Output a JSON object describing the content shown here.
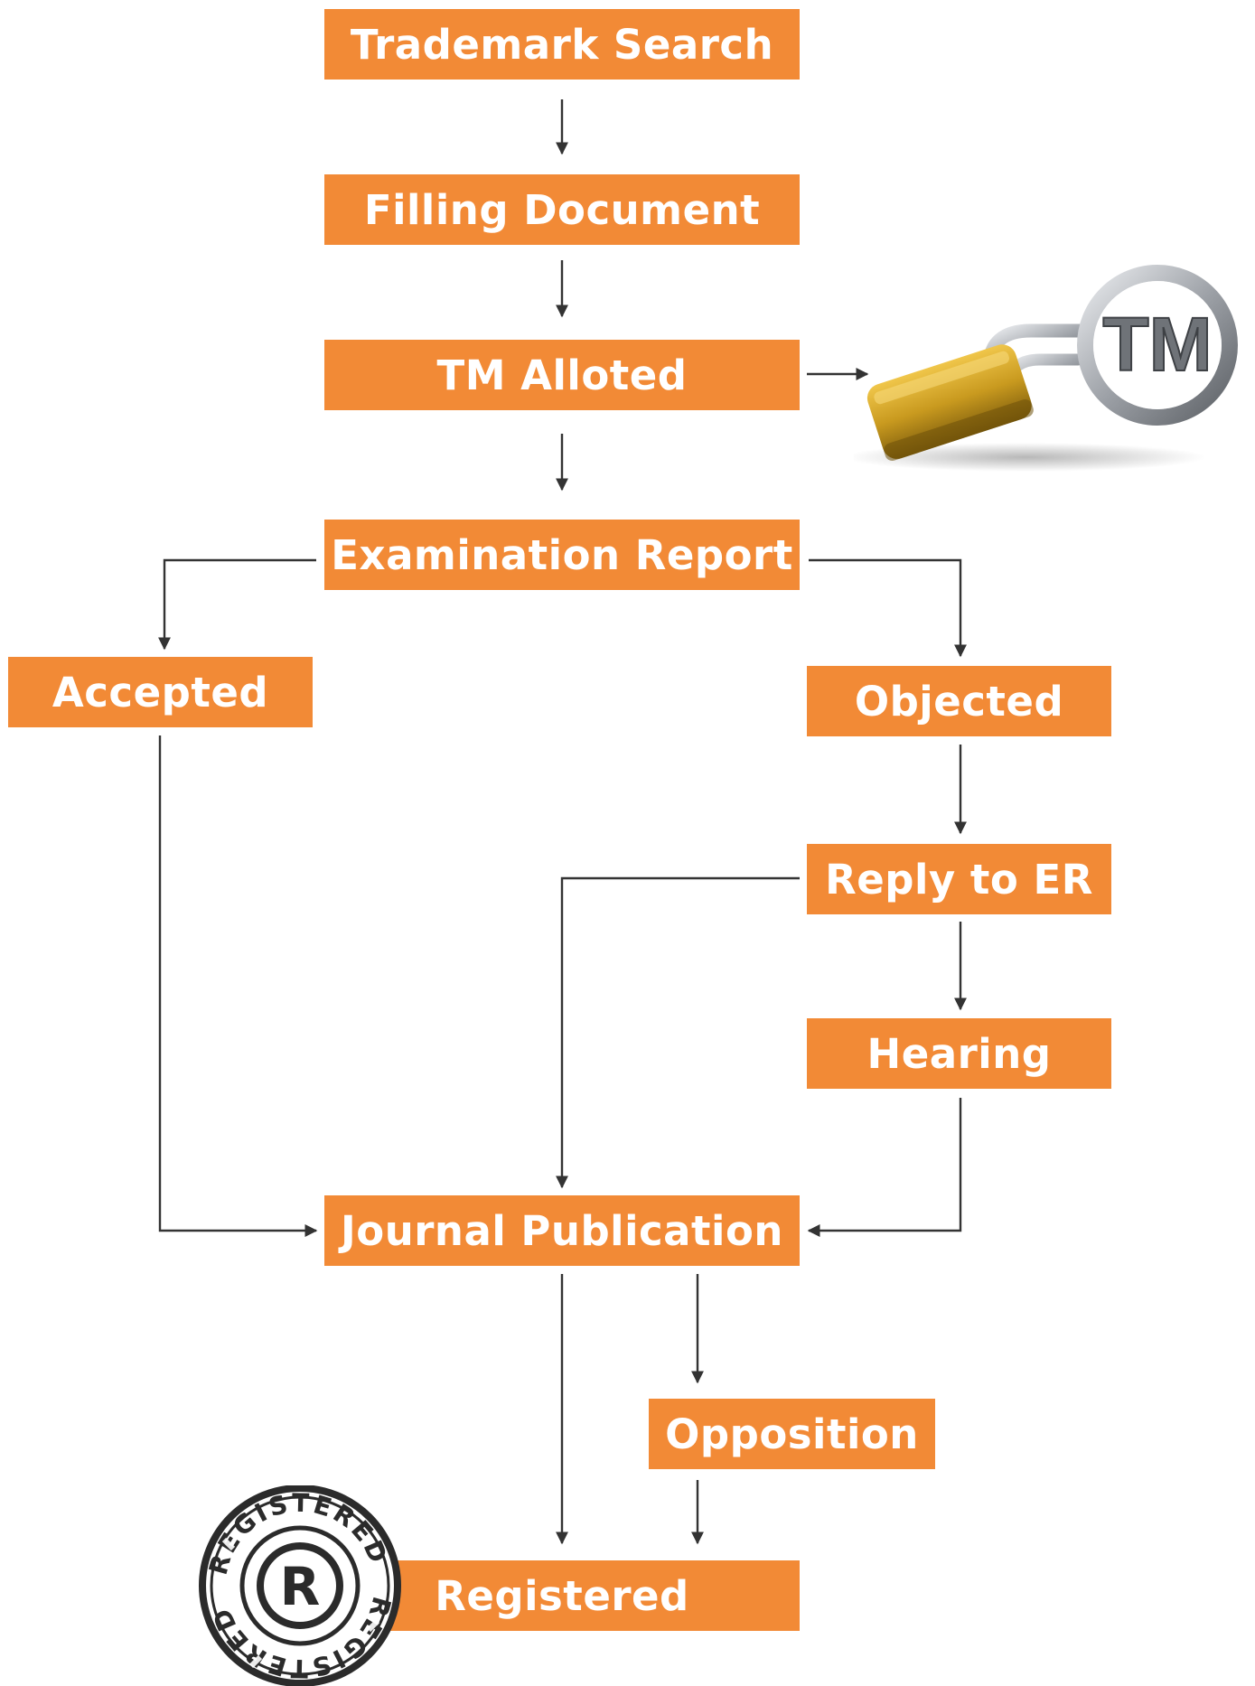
{
  "colors": {
    "box": "#f28a36",
    "box_text": "#ffffff",
    "connector": "#333333",
    "lock_gold": "#c99a1f",
    "ring_silver": "#a9acb1",
    "stamp_dark": "#2b2b2b"
  },
  "nodes": {
    "trademark_search": "Trademark Search",
    "filling_document": "Filling Document",
    "tm_alloted": "TM Alloted",
    "examination_report": "Examination Report",
    "accepted": "Accepted",
    "objected": "Objected",
    "reply_to_er": "Reply to ER",
    "hearing": "Hearing",
    "journal_publication": "Journal Publication",
    "opposition": "Opposition",
    "registered": "Registered"
  },
  "edges": [
    {
      "from": "trademark_search",
      "to": "filling_document"
    },
    {
      "from": "filling_document",
      "to": "tm_alloted"
    },
    {
      "from": "tm_alloted",
      "to": "tm_padlock_image"
    },
    {
      "from": "tm_alloted",
      "to": "examination_report"
    },
    {
      "from": "examination_report",
      "to": "accepted"
    },
    {
      "from": "examination_report",
      "to": "objected"
    },
    {
      "from": "objected",
      "to": "reply_to_er"
    },
    {
      "from": "reply_to_er",
      "to": "hearing"
    },
    {
      "from": "reply_to_er",
      "to": "journal_publication"
    },
    {
      "from": "hearing",
      "to": "journal_publication"
    },
    {
      "from": "accepted",
      "to": "journal_publication"
    },
    {
      "from": "journal_publication",
      "to": "registered"
    },
    {
      "from": "journal_publication",
      "to": "opposition"
    },
    {
      "from": "opposition",
      "to": "registered"
    }
  ],
  "images": {
    "tm_padlock": {
      "icon": "padlock-trademark-icon",
      "text": "TM"
    },
    "registered_stamp": {
      "icon": "registered-stamp-icon",
      "symbol": "R",
      "ring_text": "REGISTERED"
    }
  }
}
